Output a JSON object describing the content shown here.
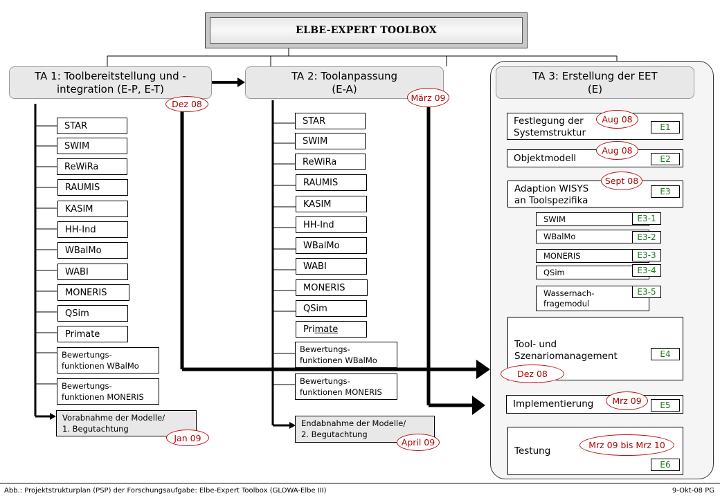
{
  "title": "ELBE-EXPERT TOOLBOX",
  "ta1": {
    "header_line1": "TA 1: Toolbereitstellung und -",
    "header_line2": "integration (E-P, E-T)",
    "date": "Dez 08",
    "tools": [
      "STAR",
      "SWIM",
      "ReWiRa",
      "RAUMIS",
      "KASIM",
      "HH-Ind",
      "WBalMo",
      "WABI",
      "MONERIS",
      "QSim",
      "Primate"
    ],
    "eval1_line1": "Bewertungs-",
    "eval1_line2": "funktionen WBalMo",
    "eval2_line1": "Bewertungs-",
    "eval2_line2": "funktionen MONERIS",
    "final_line1": "Vorabnahme der Modelle/",
    "final_line2": "1. Begutachtung",
    "final_date": "Jan 09"
  },
  "ta2": {
    "header_line1": "TA 2: Toolanpassung",
    "header_line2": "(E-A)",
    "date": "März 09",
    "tools": [
      "STAR",
      "SWIM",
      "ReWiRa",
      "RAUMIS",
      "KASIM",
      "HH-Ind",
      "WBalMo",
      "WABI",
      "MONERIS",
      "QSim"
    ],
    "primate_prefix": "Pri",
    "primate_underlined": "mate",
    "eval1_line1": "Bewertungs-",
    "eval1_line2": "funktionen WBalMo",
    "eval2_line1": "Bewertungs-",
    "eval2_line2": "funktionen MONERIS",
    "final_line1": "Endabnahme der Modelle/",
    "final_line2": "2. Begutachtung",
    "final_date": "April 09"
  },
  "ta3": {
    "header_line1": "TA 3: Erstellung der EET",
    "header_line2": "(E)",
    "steps": [
      {
        "line1": "Festlegung der",
        "line2": "Systemstruktur",
        "code": "E1",
        "date": "Aug 08"
      },
      {
        "line1": "Objektmodell",
        "line2": "",
        "code": "E2",
        "date": "Aug 08"
      },
      {
        "line1": "Adaption WISYS",
        "line2": "an Toolspezifika",
        "code": "E3",
        "date": "Sept 08"
      },
      {
        "line1": "Tool- und",
        "line2": "Szenariomanagement",
        "code": "E4",
        "date": "Dez 08"
      },
      {
        "line1": "Implementierung",
        "line2": "",
        "code": "E5",
        "date": "Mrz 09"
      },
      {
        "line1": "Testung",
        "line2": "",
        "code": "E6",
        "date": "Mrz 09 bis Mrz 10"
      }
    ],
    "substeps": [
      {
        "line1": "SWIM",
        "line2": "",
        "code": "E3-1"
      },
      {
        "line1": "WBalMo",
        "line2": "",
        "code": "E3-2"
      },
      {
        "line1": "MONERIS",
        "line2": "",
        "code": "E3-3"
      },
      {
        "line1": "QSim",
        "line2": "",
        "code": "E3-4"
      },
      {
        "line1": "Wassernach-",
        "line2": "fragemodul",
        "code": "E3-5"
      }
    ]
  },
  "footer": {
    "caption": "Abb.: Projektstrukturplan (PSP) der Forschungsaufgabe: Elbe-Expert Toolbox (GLOWA-Elbe III)",
    "stamp": "9-Okt-08 PG"
  },
  "colors": {
    "date_red": "#b00000",
    "code_green": "#1a7a1a",
    "header_gray": "#e8e8e8"
  }
}
